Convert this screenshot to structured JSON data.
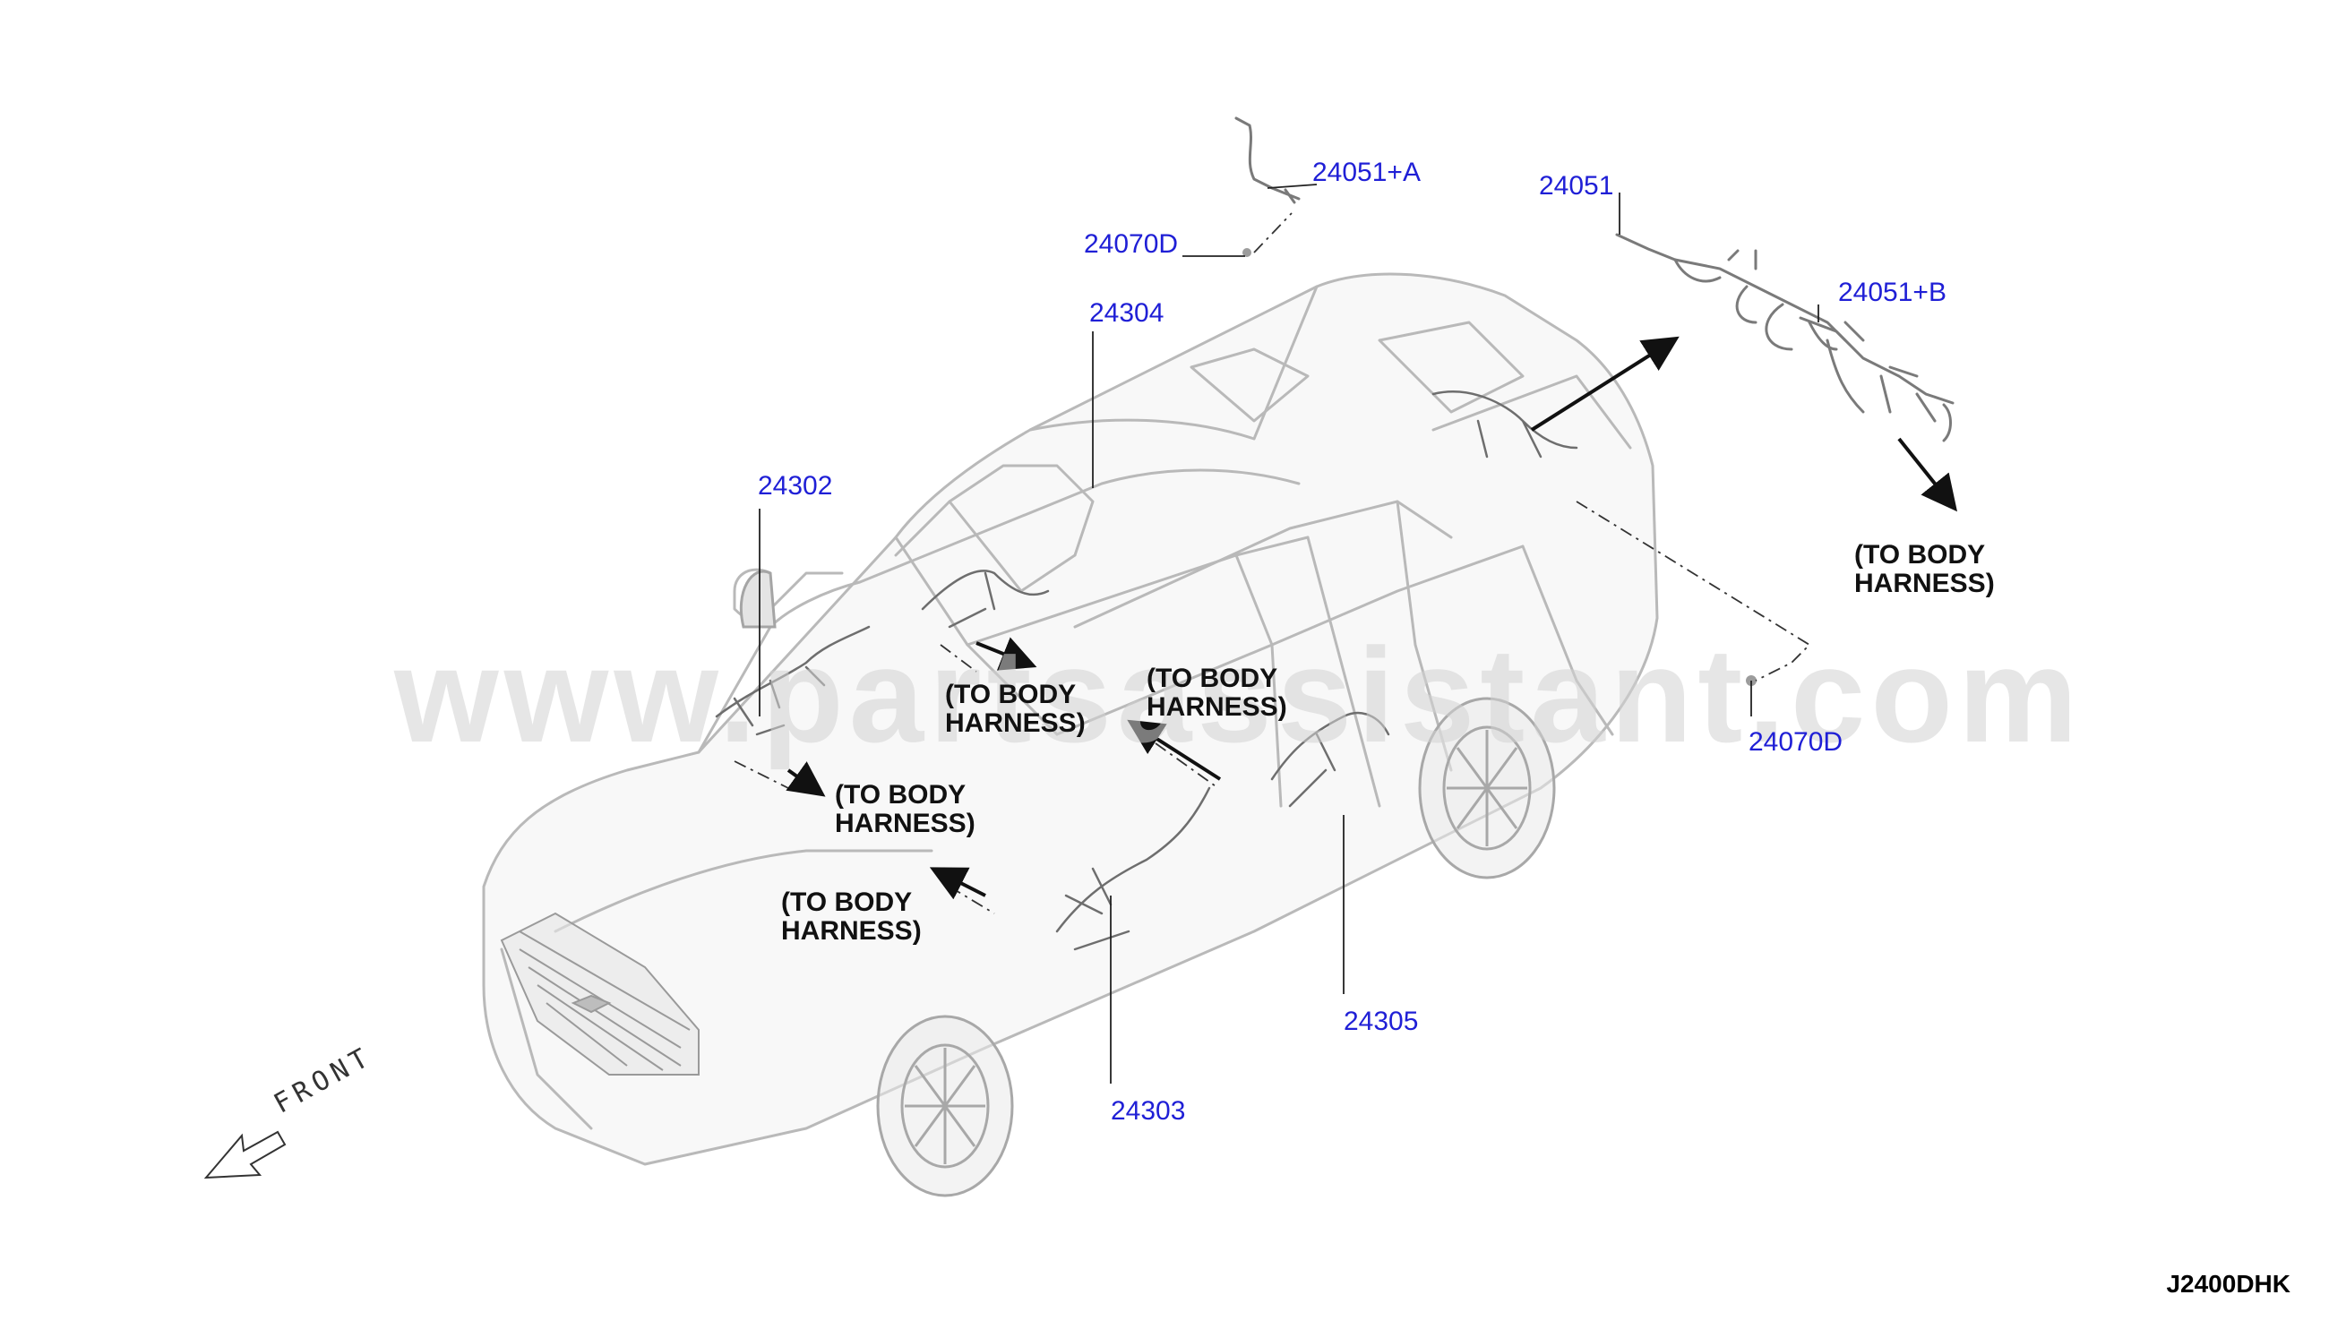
{
  "callouts": {
    "c24051A": "24051+A",
    "c24070D_top": "24070D",
    "c24304": "24304",
    "c24051": "24051",
    "c24051B": "24051+B",
    "c24302": "24302",
    "c24070D_right": "24070D",
    "c24305": "24305",
    "c24303": "24303"
  },
  "notes": {
    "to_body_1": "(TO BODY\nHARNESS)",
    "to_body_2": "(TO BODY\nHARNESS)",
    "to_body_3": "(TO BODY\nHARNESS)",
    "to_body_4": "(TO BODY\nHARNESS)",
    "to_body_5": "(TO BODY\nHARNESS)"
  },
  "front_label": "FRONT",
  "diagram_code": "J2400DHK",
  "watermark": "www.partsassistant.com",
  "colors": {
    "callout": "#1f1fd6",
    "car_outline": "#b8b8b8",
    "harness": "#6e6e6e"
  }
}
